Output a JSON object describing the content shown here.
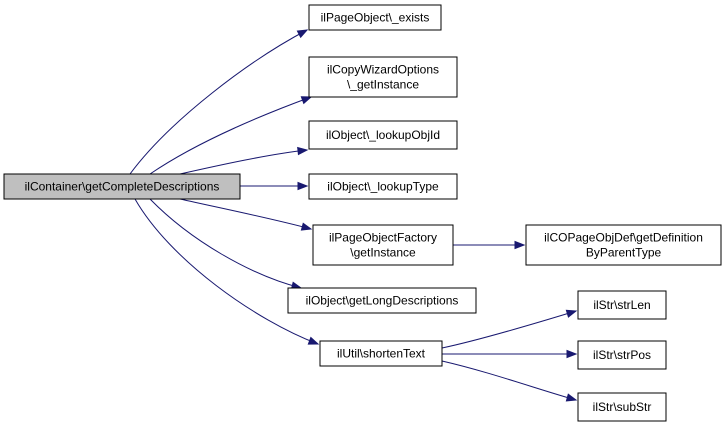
{
  "colors": {
    "edge": "#191970",
    "root_fill": "#bfbfbf",
    "node_fill": "#ffffff",
    "node_stroke": "#000000"
  },
  "nodes": {
    "root": {
      "lines": [
        "ilContainer\\getCompleteDescriptions"
      ]
    },
    "exists": {
      "lines": [
        "ilPageObject\\_exists"
      ]
    },
    "wizard": {
      "lines": [
        "ilCopyWizardOptions",
        "\\_getInstance"
      ]
    },
    "lookupObjId": {
      "lines": [
        "ilObject\\_lookupObjId"
      ]
    },
    "lookupType": {
      "lines": [
        "ilObject\\_lookupType"
      ]
    },
    "factory": {
      "lines": [
        "ilPageObjectFactory",
        "\\getInstance"
      ]
    },
    "copageDef": {
      "lines": [
        "ilCOPageObjDef\\getDefinition",
        "ByParentType"
      ]
    },
    "longDesc": {
      "lines": [
        "ilObject\\getLongDescriptions"
      ]
    },
    "shortenText": {
      "lines": [
        "ilUtil\\shortenText"
      ]
    },
    "strLen": {
      "lines": [
        "ilStr\\strLen"
      ]
    },
    "strPos": {
      "lines": [
        "ilStr\\strPos"
      ]
    },
    "subStr": {
      "lines": [
        "ilStr\\subStr"
      ]
    }
  },
  "edges": [
    [
      "root",
      "exists"
    ],
    [
      "root",
      "wizard"
    ],
    [
      "root",
      "lookupObjId"
    ],
    [
      "root",
      "lookupType"
    ],
    [
      "root",
      "factory"
    ],
    [
      "root",
      "longDesc"
    ],
    [
      "root",
      "shortenText"
    ],
    [
      "factory",
      "copageDef"
    ],
    [
      "shortenText",
      "strLen"
    ],
    [
      "shortenText",
      "strPos"
    ],
    [
      "shortenText",
      "subStr"
    ]
  ]
}
